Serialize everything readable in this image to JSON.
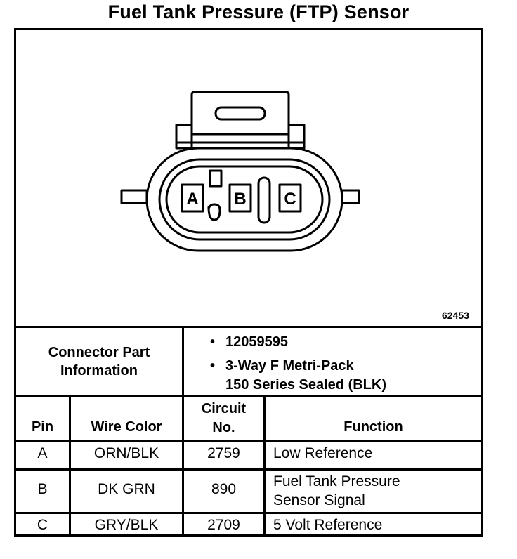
{
  "title": "Fuel Tank Pressure (FTP) Sensor",
  "figure_id": "62453",
  "connector": {
    "pin_letters": [
      "A",
      "B",
      "C"
    ],
    "info_label": "Connector Part Information",
    "info_label_line1": "Connector Part",
    "info_label_line2": "Information",
    "items": [
      "12059595",
      "3-Way F Metri-Pack",
      "150 Series Sealed (BLK)"
    ]
  },
  "table": {
    "headers": {
      "pin": "Pin",
      "wire_color": "Wire Color",
      "circuit_line1": "Circuit",
      "circuit_line2": "No.",
      "function": "Function"
    },
    "rows": [
      {
        "pin": "A",
        "wire_color": "ORN/BLK",
        "circuit": "2759",
        "function_line1": "Low Reference",
        "function_line2": ""
      },
      {
        "pin": "B",
        "wire_color": "DK GRN",
        "circuit": "890",
        "function_line1": "Fuel Tank Pressure",
        "function_line2": "Sensor Signal"
      },
      {
        "pin": "C",
        "wire_color": "GRY/BLK",
        "circuit": "2709",
        "function_line1": "5 Volt Reference",
        "function_line2": ""
      }
    ]
  }
}
